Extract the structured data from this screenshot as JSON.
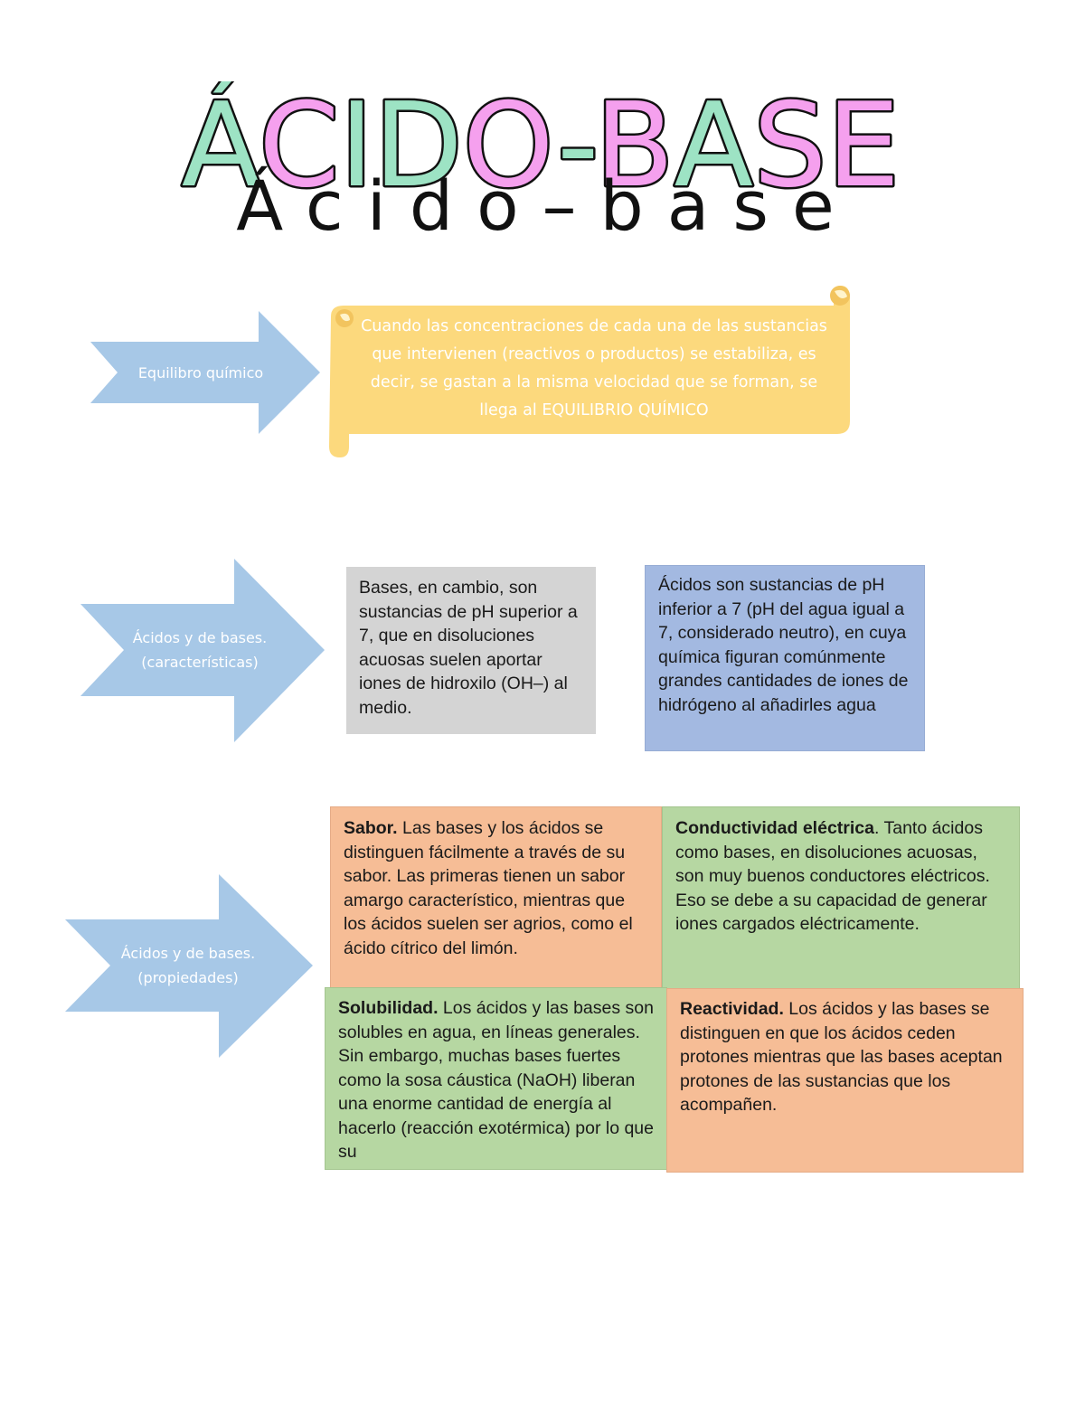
{
  "header": {
    "title": "ÁCIDO-BASE",
    "subtitle": "Ácido–base"
  },
  "colors": {
    "title_mint": "#9de3c4",
    "title_pink": "#f5a0ee",
    "arrow_blue": "#a7c8e7",
    "scroll_yellow": "#fcd97d",
    "box_gray": "#d4d4d4",
    "box_blue": "#a3b9e1",
    "box_orange": "#f6bd96",
    "box_green": "#b6d7a2"
  },
  "arrows": [
    {
      "label": "Equilibro químico"
    },
    {
      "label": "Ácidos y de bases. (características)"
    },
    {
      "label": "Ácidos y de bases. (propiedades)"
    }
  ],
  "scroll": {
    "text": "Cuando las concentraciones de cada una de las sustancias que intervienen (reactivos o productos) se estabiliza, es decir, se gastan a la misma velocidad que se forman, se llega al EQUILIBRIO QUÍMICO"
  },
  "characteristics": {
    "bases": "Bases, en cambio, son sustancias de pH superior a 7, que en disoluciones acuosas suelen aportar iones de hidroxilo (OH–) al medio.",
    "acidos": "Ácidos son sustancias de pH inferior a 7 (pH del agua igual a 7, considerado neutro), en cuya química figuran comúnmente grandes cantidades de iones de hidrógeno al añadirles agua"
  },
  "properties": [
    {
      "heading": "Sabor.",
      "text": " Las bases y los ácidos se distinguen fácilmente a través de su sabor. Las primeras tienen un sabor amargo característico, mientras que los ácidos suelen ser agrios, como el ácido cítrico del limón."
    },
    {
      "heading": "Conductividad eléctrica",
      "text": ". Tanto ácidos como bases, en disoluciones acuosas, son muy buenos conductores eléctricos. Eso se debe a su capacidad de generar iones cargados eléctricamente."
    },
    {
      "heading": "Solubilidad.",
      "text": " Los ácidos y las bases son solubles en agua, en líneas generales. Sin embargo, muchas bases fuertes como la sosa cáustica (NaOH) liberan una enorme cantidad de energía al hacerlo (reacción exotérmica) por lo que su"
    },
    {
      "heading": "Reactividad.",
      "text": " Los ácidos y las bases se distinguen en que los ácidos ceden protones mientras que las bases aceptan protones de las sustancias que los acompañen."
    }
  ]
}
